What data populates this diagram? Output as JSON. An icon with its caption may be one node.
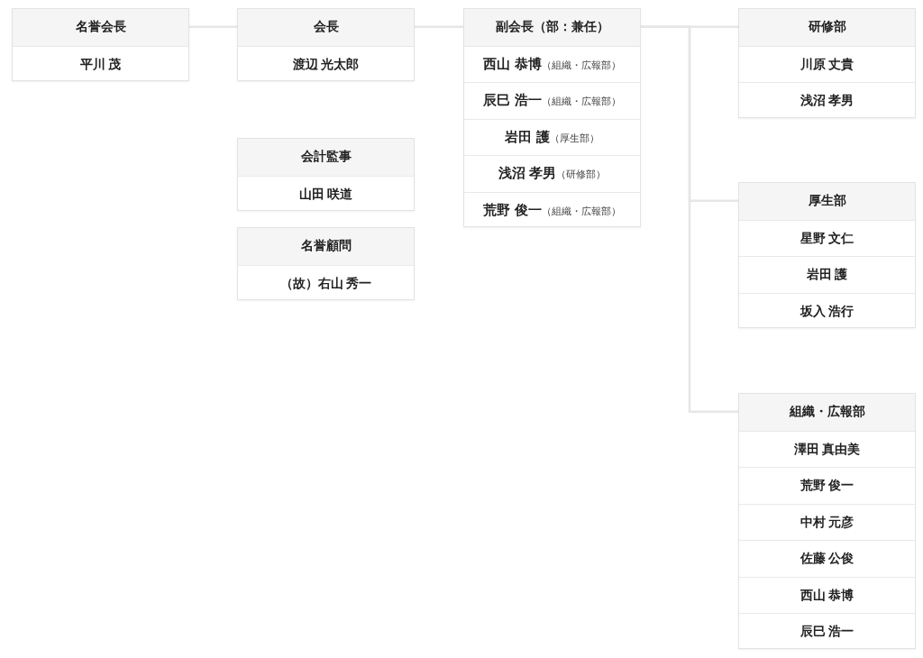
{
  "diagram": {
    "nodes": [
      {
        "text": [
          "名誉会長",
          "平川 茂"
        ]
      },
      {
        "text": [
          "会長",
          "渡辺 光太郎"
        ]
      },
      {
        "text": [
          "副会長（部：兼任）",
          "**西山 恭博**（組織・広報部）",
          "**辰巳 浩一**（組織・広報部）",
          "**岩田 護**（厚生部）",
          "**浅沼 孝男**（研修部）",
          "**荒野 俊一**（組織・広報部）"
        ]
      },
      {
        "text": [
          "研修部",
          "川原 丈貴",
          "浅沼 孝男"
        ]
      },
      {
        "text": [
          "会計監事",
          "山田 咲道"
        ]
      },
      {
        "text": [
          "名誉顧問",
          "（故）右山 秀一"
        ]
      },
      {
        "text": [
          "厚生部",
          "星野 文仁",
          "岩田 護",
          "坂入 浩行"
        ]
      },
      {
        "text": [
          "組織・広報部",
          "澤田 真由美",
          "荒野 俊一",
          "中村 元彦",
          "佐藤 公俊",
          "西山 恭博",
          "辰巳 浩一"
        ]
      }
    ],
    "edges": [
      {
        "from": 0,
        "to": 1,
        "arrow": "none"
      },
      {
        "from": 1,
        "to": 2,
        "arrow": "none"
      },
      {
        "from": 2,
        "to": 3,
        "arrow": "none"
      },
      {
        "from": 2,
        "to": 6,
        "arrow": "none"
      },
      {
        "from": 2,
        "to": 7,
        "arrow": "none"
      }
    ]
  }
}
